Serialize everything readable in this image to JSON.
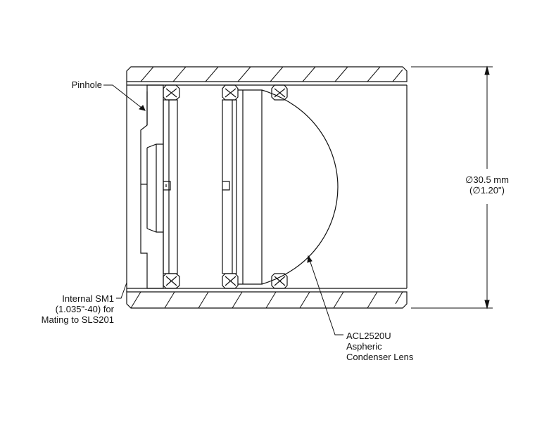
{
  "labels": {
    "pinhole": "Pinhole",
    "internal_thread": [
      "Internal SM1",
      "(1.035\"-40) for",
      "Mating to SLS201"
    ],
    "lens": [
      "ACL2520U",
      "Aspheric",
      "Condenser Lens"
    ],
    "diameter": [
      "∅30.5 mm",
      "(∅1.20\")"
    ]
  },
  "colors": {
    "line": "#111111",
    "background": "#ffffff"
  }
}
